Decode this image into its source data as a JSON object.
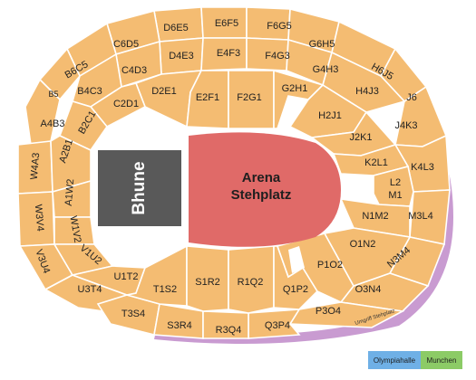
{
  "colors": {
    "section": "#F4BC72",
    "stage": "#595959",
    "arena": "#E06A68",
    "ring": "#C99BD1",
    "olympiahalle": "#6FB0E6",
    "munchen": "#8CCB66"
  },
  "stage": {
    "label": "Bhune"
  },
  "arena": {
    "line1": "Arena",
    "line2": "Stehplatz"
  },
  "ring": {
    "label": "Umgriff Stehplatz"
  },
  "footer": {
    "olympiahalle": "Olympiahalle",
    "munchen": "Munchen"
  },
  "sections": {
    "D6E5": "D6E5",
    "E6F5": "E6F5",
    "F6G5": "F6G5",
    "C6D5": "C6D5",
    "G6H5": "G6H5",
    "D4E3": "D4E3",
    "E4F3": "E4F3",
    "F4G3": "F4G3",
    "B6C5": "B6C5",
    "C4D3": "C4D3",
    "G4H3": "G4H3",
    "H6J5": "H6J5",
    "B5": "B5",
    "B4C3": "B4C3",
    "D2E1": "D2E1",
    "G2H1": "G2H1",
    "H4J3": "H4J3",
    "J6": "J6",
    "E2F1": "E2F1",
    "F2G1": "F2G1",
    "C2D1": "C2D1",
    "A4B3": "A4B3",
    "H2J1": "H2J1",
    "J4K3": "J4K3",
    "B2C1": "B2C1",
    "J2K1": "J2K1",
    "A2B1": "A2B1",
    "W4A3": "W4A3",
    "K2L1": "K2L1",
    "K4L3": "K4L3",
    "A1W2": "A1W2",
    "L2M1": "L2\nM1",
    "W3V4": "W3V4",
    "N1M2": "N1M2",
    "M3L4": "M3L4",
    "W1V2": "W1V2",
    "V3U4": "V3U4",
    "O1N2": "O1N2",
    "V1U2": "V1U2",
    "N3M4": "N3M4",
    "P1O2": "P1O2",
    "U1T2": "U1T2",
    "S1R2": "S1R2",
    "R1Q2": "R1Q2",
    "U3T4": "U3T4",
    "T1S2": "T1S2",
    "Q1P2": "Q1P2",
    "O3N4": "O3N4",
    "T3S4": "T3S4",
    "P3O4": "P3O4",
    "S3R4": "S3R4",
    "Q3P4": "Q3P4",
    "R3Q4": "R3Q4"
  }
}
